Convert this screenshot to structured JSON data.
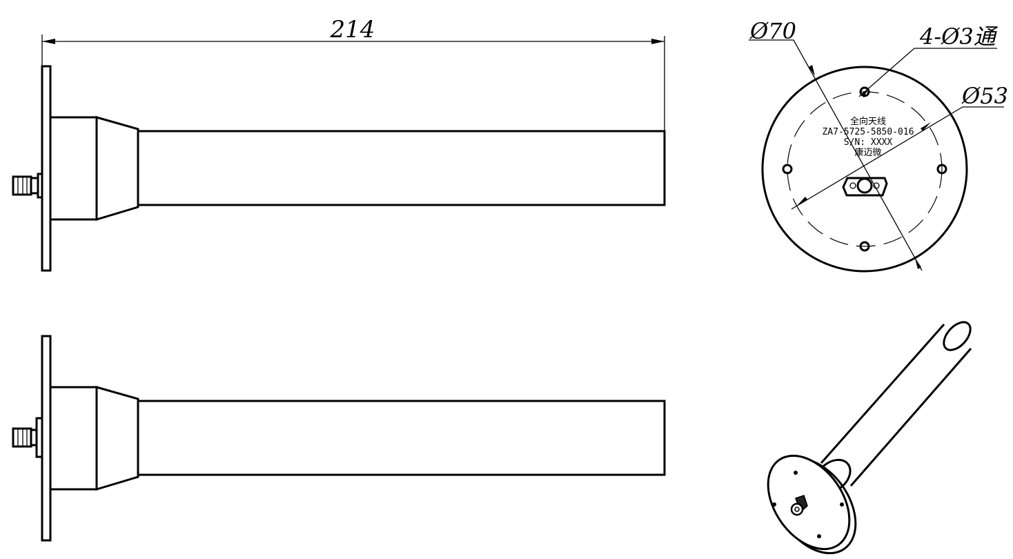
{
  "drawing": {
    "overall_length": "214",
    "outer_diameter": "Ø70",
    "bolt_circle_diameter": "Ø53",
    "holes_callout": "4-Ø3通",
    "label_lines": [
      "全向天线",
      "ZA7-5725-5850-016",
      "S/N: XXXX",
      "康迈微"
    ]
  }
}
